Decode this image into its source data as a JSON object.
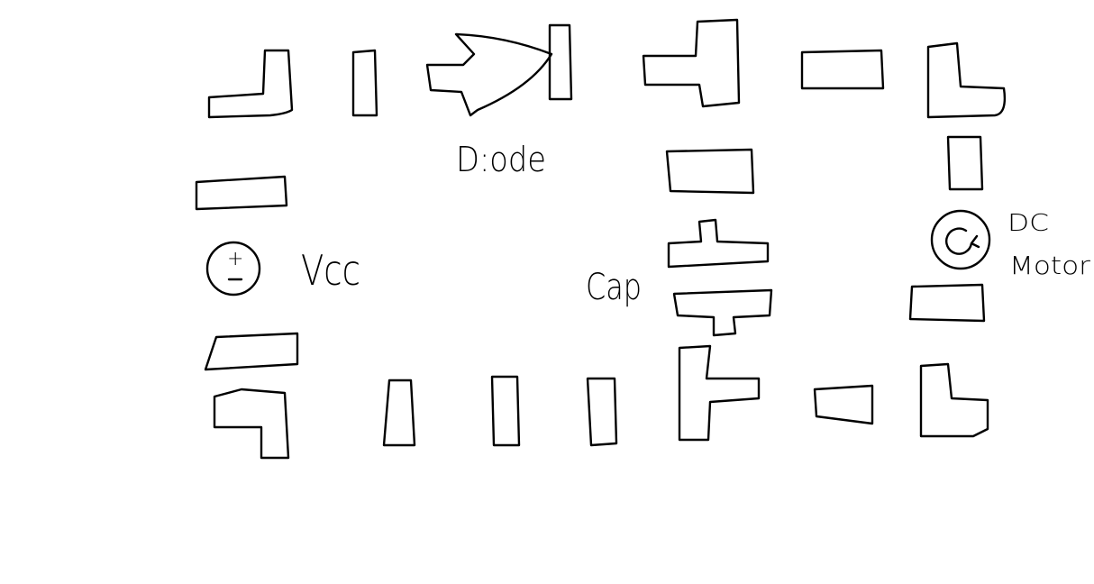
{
  "diagram": {
    "labels": {
      "diode": "D:ode",
      "vcc": "Vcc",
      "cap": "Cap",
      "motor_line1": "DC",
      "motor_line2": "Motor"
    },
    "symbols": {
      "vcc_plus": "+",
      "vcc_minus": "−"
    },
    "colors": {
      "stroke": "#000000",
      "background": "#ffffff"
    }
  }
}
